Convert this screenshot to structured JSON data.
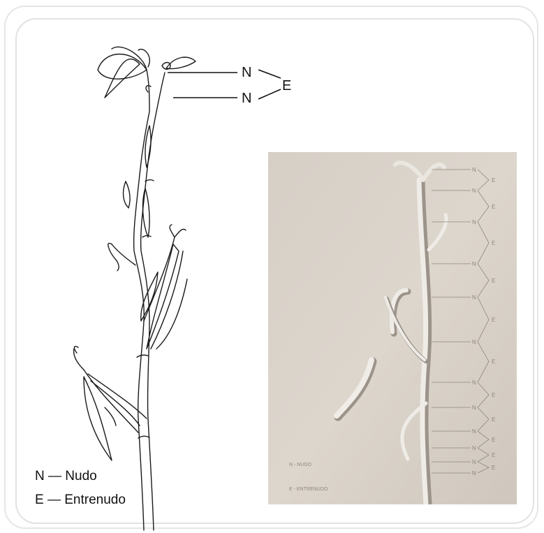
{
  "diagram": {
    "node_label": "N",
    "internode_label": "E",
    "legend": {
      "node_line": "N — Nudo",
      "internode_line": "E — Entrenudo"
    }
  },
  "photo": {
    "legend_node": "N - NUDO",
    "legend_internode": "E - ENTRENUDO",
    "node_labels": [
      "N",
      "N",
      "N",
      "N",
      "N",
      "N",
      "N",
      "N",
      "N",
      "N",
      "N",
      "N"
    ],
    "internode_labels": [
      "E",
      "E",
      "E",
      "E",
      "E",
      "E",
      "E",
      "E",
      "E",
      "E",
      "E"
    ]
  }
}
